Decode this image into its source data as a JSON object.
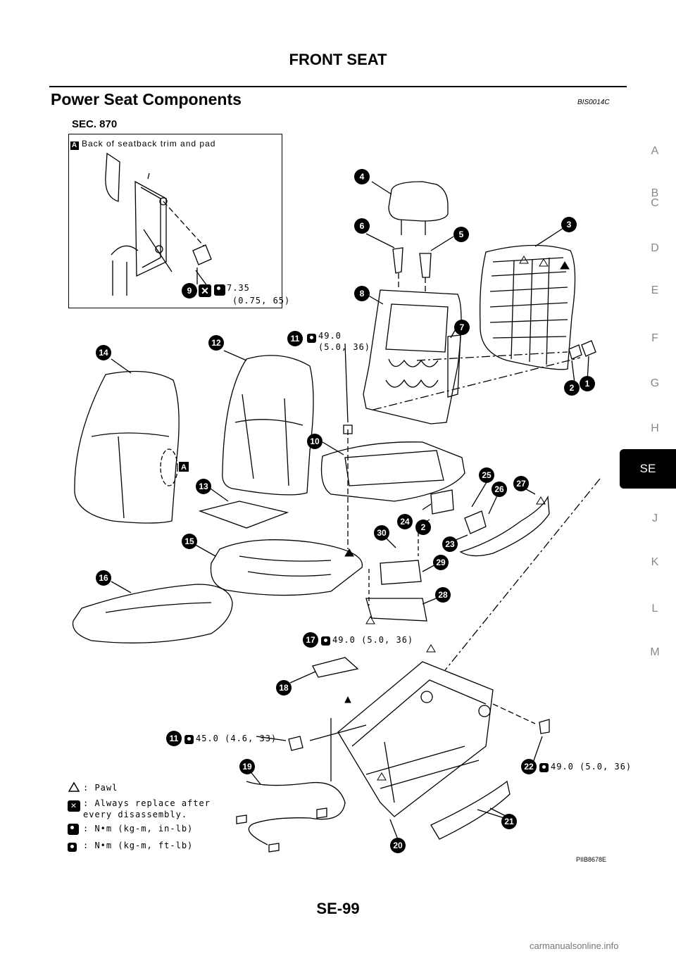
{
  "header": {
    "section_title": "FRONT SEAT"
  },
  "page": {
    "title": "Power Seat Components",
    "doc_code": "BIS0014C",
    "sec_label": "SEC. 870",
    "image_id": "PIIB8678E",
    "page_number": "SE-99",
    "watermark": "carmanualsonline.info"
  },
  "side_tabs": [
    "A",
    "B",
    "C",
    "D",
    "E",
    "F",
    "G",
    "H",
    "SE",
    "J",
    "K",
    "L",
    "M"
  ],
  "active_tab": "SE",
  "inset": {
    "marker": "A",
    "label": "Back of seatback trim and pad",
    "torque_line1": "7.35",
    "torque_line2": "(0.75, 65)"
  },
  "torques": {
    "t11_top_1": "49.0",
    "t11_top_2": "(5.0, 36)",
    "t17": "49.0 (5.0, 36)",
    "t11_bottom": "45.0 (4.6, 33)",
    "t22": "49.0 (5.0, 36)"
  },
  "legend": [
    {
      "icon": "pawl-icon",
      "text": ": Pawl"
    },
    {
      "icon": "replace-icon",
      "text": ": Always replace after"
    },
    {
      "icon": "",
      "text": "every disassembly."
    },
    {
      "icon": "torque-inlb-icon",
      "text": ": N•m (kg-m, in-lb)"
    },
    {
      "icon": "torque-ftlb-icon",
      "text": ": N•m (kg-m, ft-lb)"
    }
  ],
  "callouts": [
    "1",
    "2",
    "3",
    "4",
    "5",
    "6",
    "7",
    "8",
    "9",
    "10",
    "11",
    "12",
    "13",
    "14",
    "15",
    "16",
    "17",
    "18",
    "19",
    "20",
    "21",
    "22",
    "23",
    "24",
    "25",
    "26",
    "27",
    "28",
    "29",
    "30"
  ]
}
